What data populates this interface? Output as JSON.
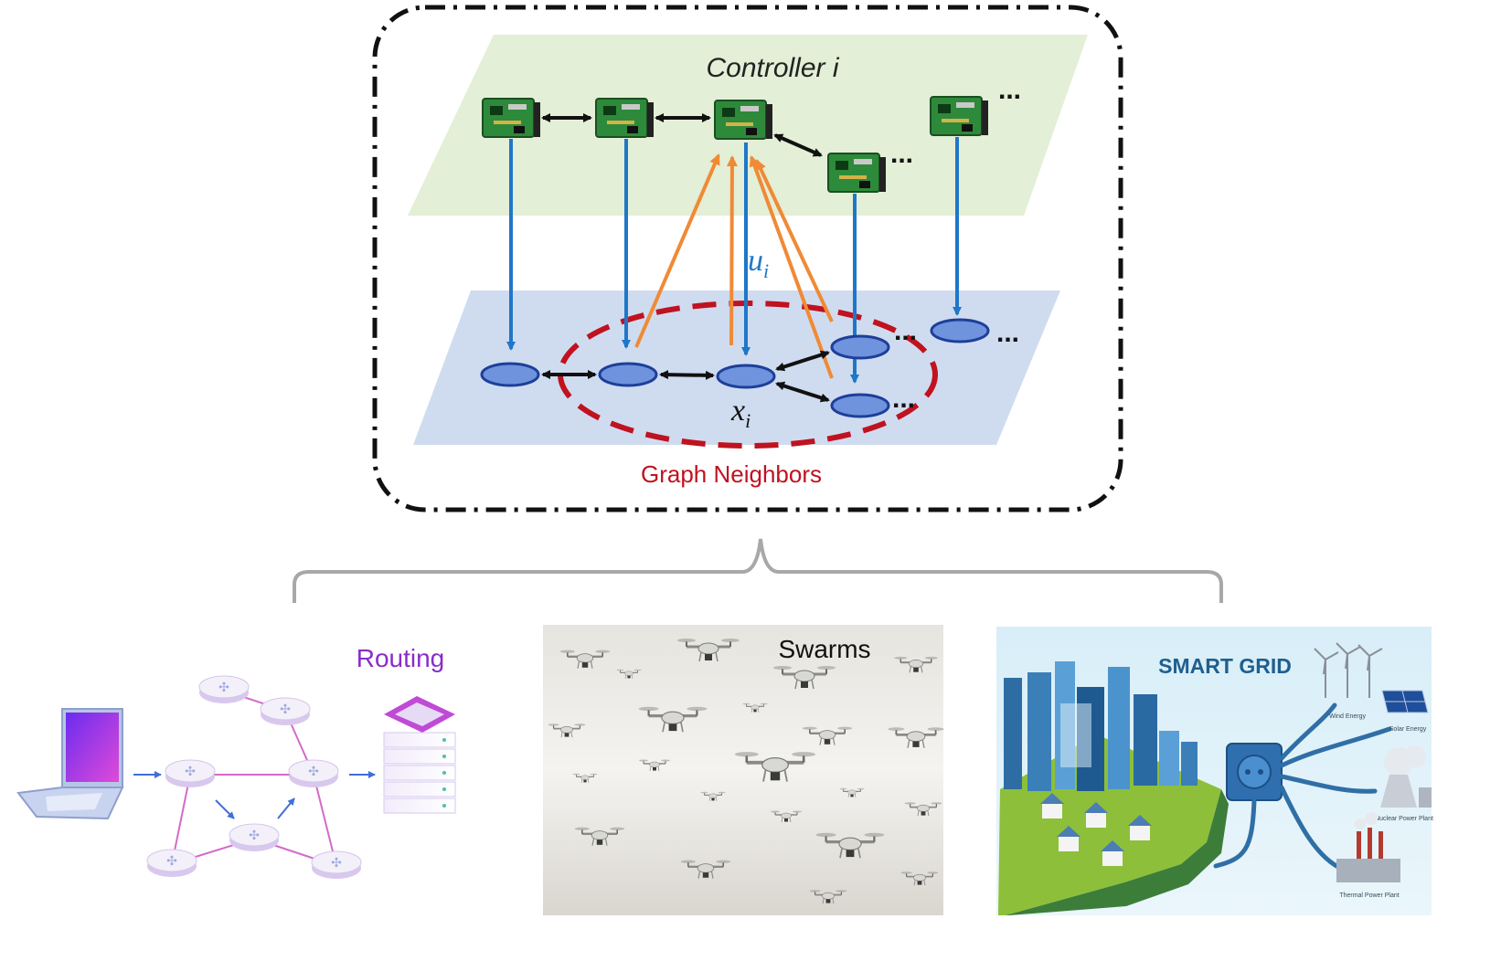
{
  "controller_title": "Controller i",
  "control_label": "u",
  "control_subscript": "i",
  "state_label": "x",
  "state_subscript": "i",
  "neighbors_label": "Graph Neighbors",
  "ellipsis": "...",
  "applications": {
    "routing": "Routing",
    "swarms": "Swarms",
    "smart_grid": "SMART GRID",
    "grid_sources": [
      "Wind Energy",
      "Solar Energy",
      "Nuclear Power Plant",
      "Thermal Power Plant"
    ]
  },
  "colors": {
    "controller_plane": "#e3efd6",
    "state_plane": "#cfdcf0",
    "control_arrow": "#1f77c8",
    "feedback_arrow": "#f08a36",
    "neighbor_ring": "#c0121f",
    "routing_text": "#8a2cc8",
    "grid_title": "#1f5f8f"
  }
}
